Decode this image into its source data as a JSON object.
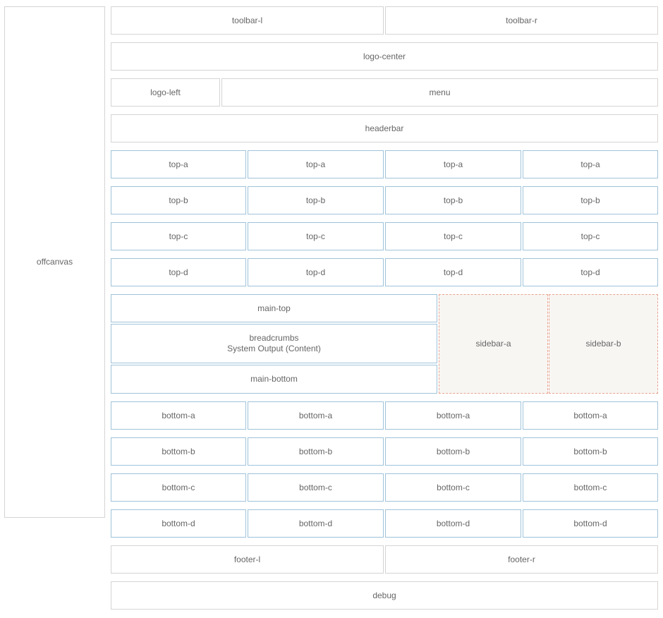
{
  "offcanvas": {
    "label": "offcanvas"
  },
  "toolbar": {
    "left": "toolbar-l",
    "right": "toolbar-r"
  },
  "logo_center": "logo-center",
  "logo_left": "logo-left",
  "menu": "menu",
  "headerbar": "headerbar",
  "top_rows": [
    [
      "top-a",
      "top-a",
      "top-a",
      "top-a"
    ],
    [
      "top-b",
      "top-b",
      "top-b",
      "top-b"
    ],
    [
      "top-c",
      "top-c",
      "top-c",
      "top-c"
    ],
    [
      "top-d",
      "top-d",
      "top-d",
      "top-d"
    ]
  ],
  "main": {
    "top": "main-top",
    "breadcrumbs": "breadcrumbs",
    "content": "System Output (Content)",
    "bottom": "main-bottom"
  },
  "sidebar": {
    "a": "sidebar-a",
    "b": "sidebar-b"
  },
  "bottom_rows": [
    [
      "bottom-a",
      "bottom-a",
      "bottom-a",
      "bottom-a"
    ],
    [
      "bottom-b",
      "bottom-b",
      "bottom-b",
      "bottom-b"
    ],
    [
      "bottom-c",
      "bottom-c",
      "bottom-c",
      "bottom-c"
    ],
    [
      "bottom-d",
      "bottom-d",
      "bottom-d",
      "bottom-d"
    ]
  ],
  "footer": {
    "left": "footer-l",
    "right": "footer-r"
  },
  "debug": "debug",
  "colors": {
    "text": "#666666",
    "panel_border": "#d4d4d4",
    "module_border": "#9fc3da",
    "sidebar_border": "#e8a48f",
    "sidebar_bg": "#f8f6f3"
  }
}
